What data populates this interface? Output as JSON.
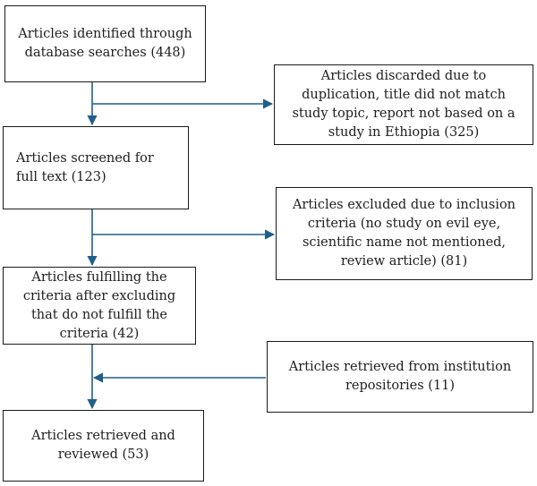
{
  "diagram": {
    "colors": {
      "arrow": "#1f5f8a",
      "border": "#1a1a1a",
      "text": "#1e1e1e"
    },
    "boxes": {
      "identified": "Articles identified through database searches (448)",
      "discarded": "Articles discarded due to duplication, title did not match study topic, report not based on a study in Ethiopia (325)",
      "screened": "Articles screened for full text (123)",
      "excluded": "Articles excluded due to inclusion criteria (no study on evil eye, scientific name not mentioned, review article) (81)",
      "fulfilling": "Articles fulfilling the criteria after excluding that do not fulfill the criteria (42)",
      "repositories": "Articles retrieved from institution repositories (11)",
      "reviewed": "Articles retrieved and reviewed (53)"
    }
  }
}
